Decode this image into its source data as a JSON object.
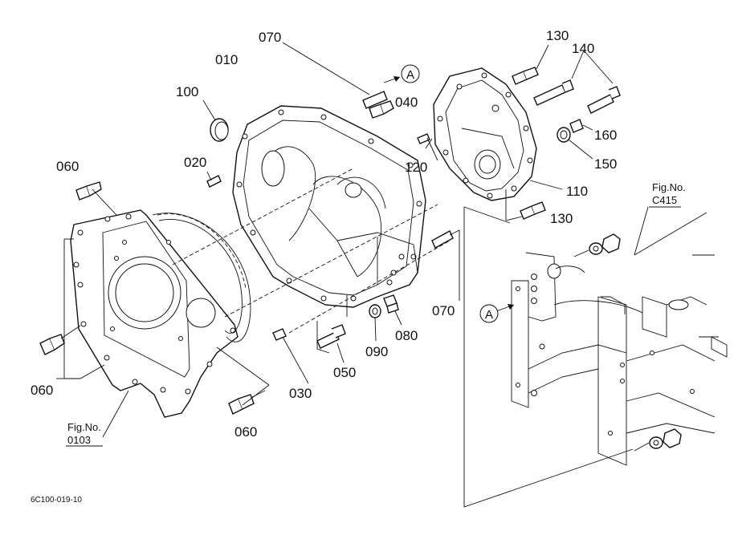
{
  "labels": {
    "p010": "010",
    "p020": "020",
    "p030": "030",
    "p040": "040",
    "p050": "050",
    "p060a": "060",
    "p060b": "060",
    "p060c": "060",
    "p070a": "070",
    "p070b": "070",
    "p080": "080",
    "p090": "090",
    "p100": "100",
    "p110": "110",
    "p120": "120",
    "p130a": "130",
    "p130b": "130",
    "p140": "140",
    "p150": "150",
    "p160": "160"
  },
  "callouts": {
    "a_top": "A",
    "a_bottom": "A"
  },
  "fig_refs": {
    "ref1_line1": "Fig.No.",
    "ref1_line2": "0103",
    "ref2_line1": "Fig.No.",
    "ref2_line2": "C415"
  },
  "drawing_code": "6C100-019-10"
}
